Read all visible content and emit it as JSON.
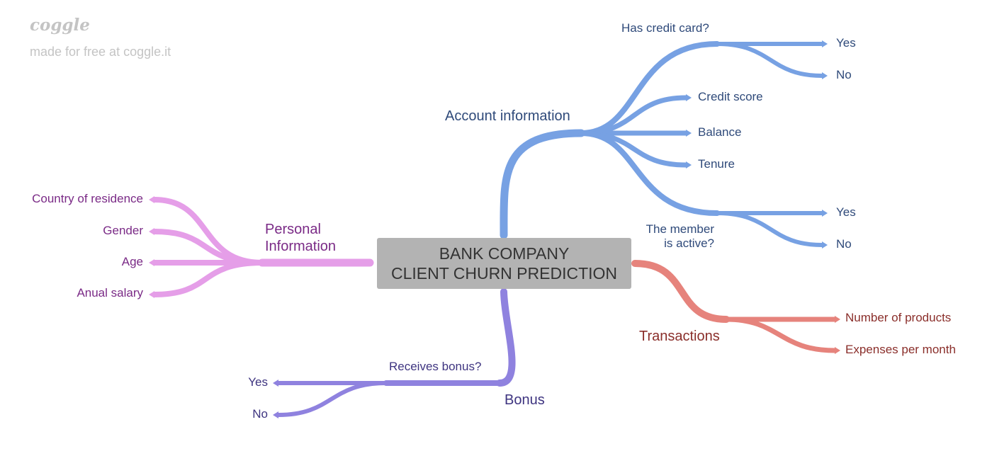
{
  "watermark": {
    "brand": "coggle",
    "tagline": "made for free at coggle.it"
  },
  "colors": {
    "account": "#77a1e3",
    "personal": "#e59ee8",
    "bonus": "#8f82df",
    "transactions": "#e6837c",
    "center_bg": "#b3b3b3"
  },
  "center": {
    "line1": "BANK COMPANY",
    "line2": "CLIENT CHURN PREDICTION"
  },
  "account": {
    "title": "Account information",
    "credit_card": {
      "label": "Has credit card?",
      "yes": "Yes",
      "no": "No"
    },
    "credit_score": "Credit score",
    "balance": "Balance",
    "tenure": "Tenure",
    "active": {
      "line1": "The member",
      "line2": "is active?",
      "yes": "Yes",
      "no": "No"
    }
  },
  "personal": {
    "title_line1": "Personal",
    "title_line2": "Information",
    "items": [
      "Country of residence",
      "Gender",
      "Age",
      "Anual salary"
    ]
  },
  "bonus": {
    "title": "Bonus",
    "question": "Receives bonus?",
    "yes": "Yes",
    "no": "No"
  },
  "transactions": {
    "title": "Transactions",
    "items": [
      "Number of products",
      "Expenses per month"
    ]
  }
}
